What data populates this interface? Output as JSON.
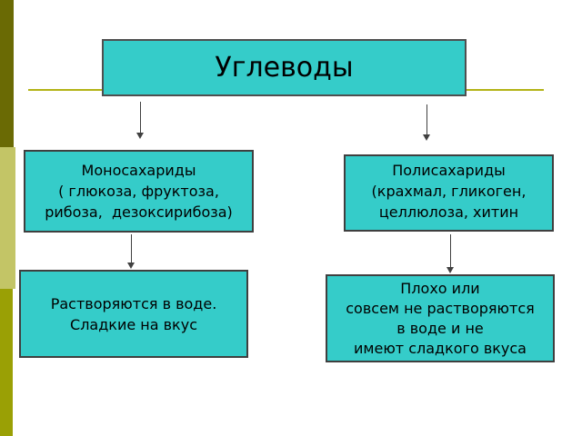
{
  "slide": {
    "kind": "presentation-diagram",
    "title": {
      "text": "Углеводы"
    },
    "boxes": {
      "mono": {
        "lines": [
          "Моносахариды",
          "( глюкоза, фруктоза,",
          "рибоза,  дезоксирибоза)"
        ]
      },
      "poly": {
        "lines": [
          "Полисахариды",
          "(крахмал, гликоген,",
          "целлюлоза, хитин"
        ]
      },
      "mono_props": {
        "lines": [
          "Растворяются в воде.",
          "Сладкие на вкус"
        ]
      },
      "poly_props": {
        "lines": [
          "Плохо или",
          "совсем не растворяются",
          "в воде и не",
          "имеют сладкого вкуса"
        ]
      }
    },
    "connectors": [
      {
        "from": "title",
        "to": "mono"
      },
      {
        "from": "title",
        "to": "poly"
      },
      {
        "from": "mono",
        "to": "mono_props"
      },
      {
        "from": "poly",
        "to": "poly_props"
      }
    ],
    "colors": {
      "box_fill": "#35CCC9",
      "box_border": "#3F3F3F",
      "title_border": "#4F4F4F",
      "stripe_dark_olive": "#6A6A04",
      "stripe_khaki": "#C3C566",
      "stripe_olive": "#9AA005",
      "rule_yellow": "#B3B316",
      "arrow": "#404040",
      "text": "#000000",
      "background": "#FFFFFF"
    }
  }
}
